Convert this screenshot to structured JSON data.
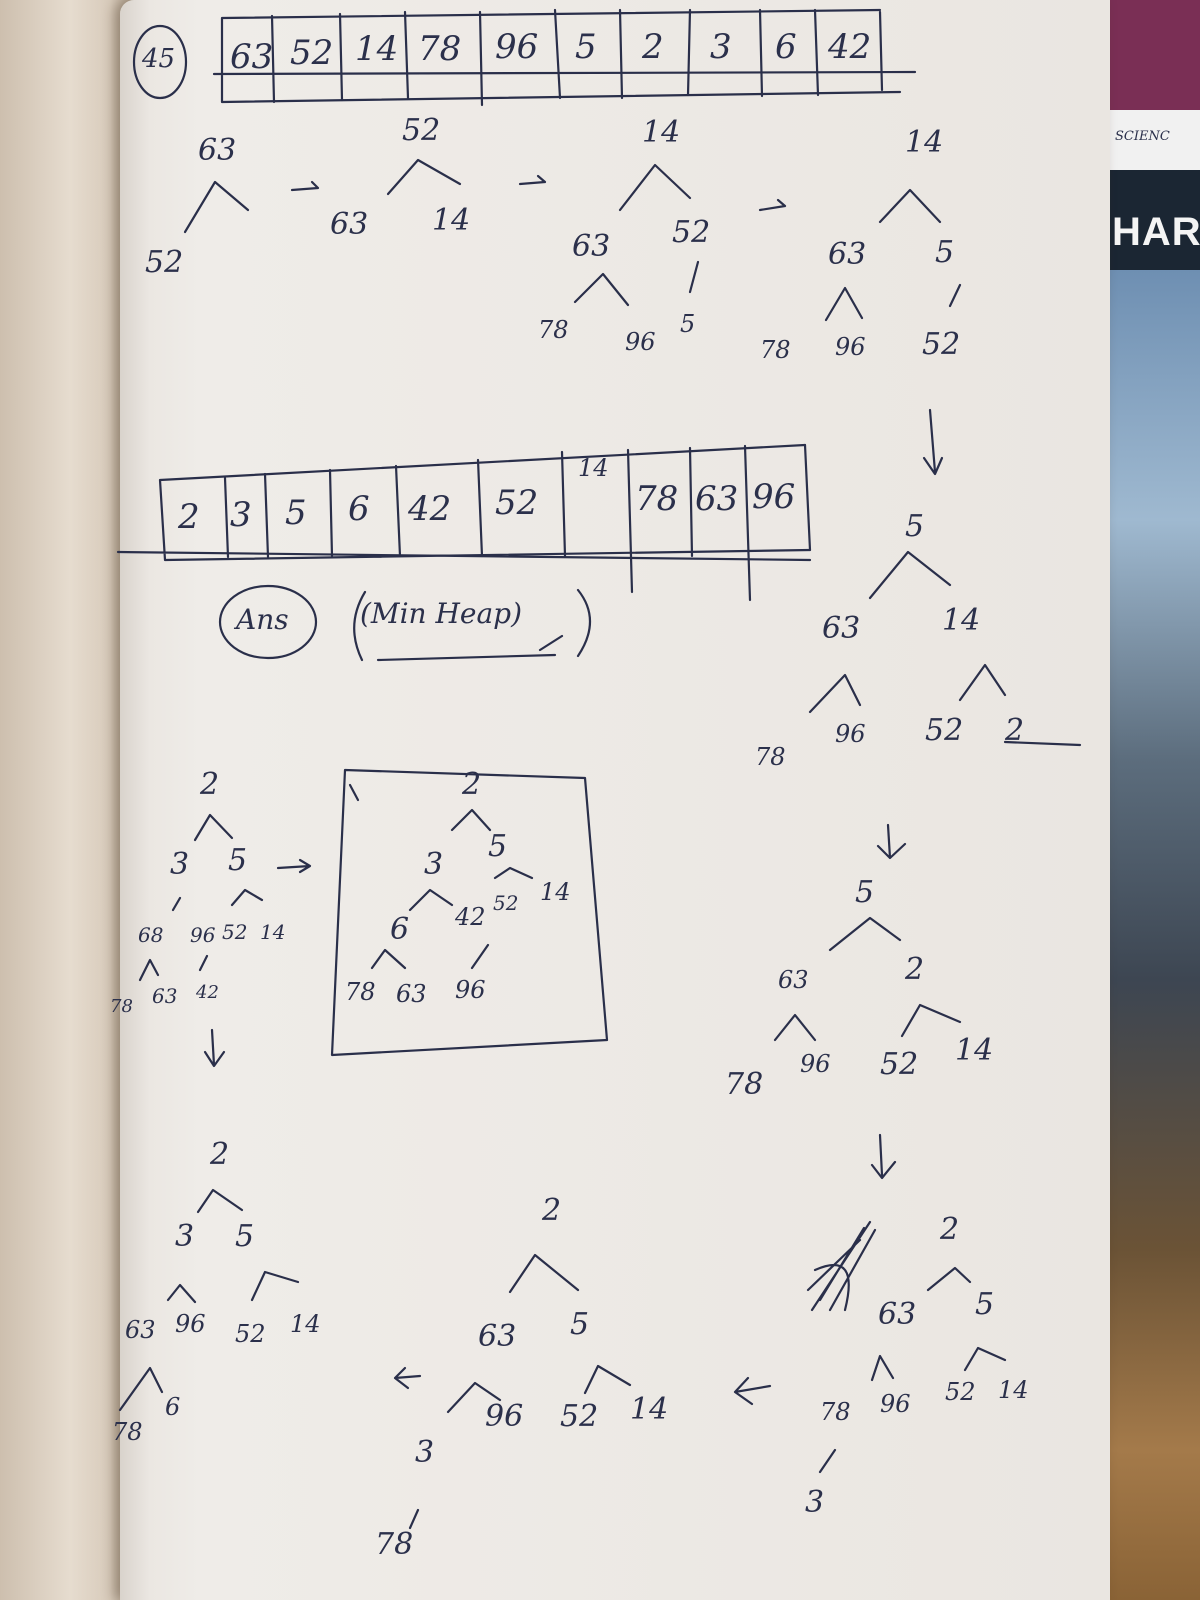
{
  "question_number": "45",
  "input_array": [
    "63",
    "52",
    "14",
    "78",
    "96",
    "5",
    "2",
    "3",
    "6",
    "42"
  ],
  "result_array": [
    "2",
    "3",
    "5",
    "6",
    "42",
    "52",
    "14",
    "78",
    "63",
    "96"
  ],
  "answer_label": "Ans",
  "answer_text": "(Min Heap)",
  "book_label": "SCIENC",
  "book_title": "HAR",
  "heap_steps": [
    {
      "nodes": [
        "63",
        "52"
      ]
    },
    {
      "nodes": [
        "52",
        "63",
        "14"
      ]
    },
    {
      "nodes": [
        "14",
        "63",
        "52",
        "78",
        "96",
        "5"
      ]
    },
    {
      "nodes": [
        "14",
        "63",
        "5",
        "78",
        "96",
        "52"
      ]
    },
    {
      "nodes": [
        "5",
        "63",
        "14",
        "78",
        "96",
        "52",
        "2"
      ]
    },
    {
      "nodes": [
        "5",
        "63",
        "2",
        "78",
        "96",
        "52",
        "14"
      ]
    },
    {
      "nodes": [
        "2",
        "63",
        "5",
        "78",
        "96",
        "52",
        "14",
        "3"
      ]
    },
    {
      "nodes": [
        "2",
        "63",
        "5",
        "3",
        "96",
        "52",
        "14",
        "78"
      ]
    },
    {
      "nodes": [
        "2",
        "3",
        "5",
        "63",
        "96",
        "52",
        "14",
        "78",
        "6"
      ]
    },
    {
      "nodes": [
        "2",
        "3",
        "5",
        "68",
        "96",
        "52",
        "14",
        "78",
        "63",
        "42"
      ]
    },
    {
      "nodes": [
        "2",
        "3",
        "5",
        "6",
        "42",
        "52",
        "14",
        "78",
        "63",
        "96"
      ]
    }
  ]
}
